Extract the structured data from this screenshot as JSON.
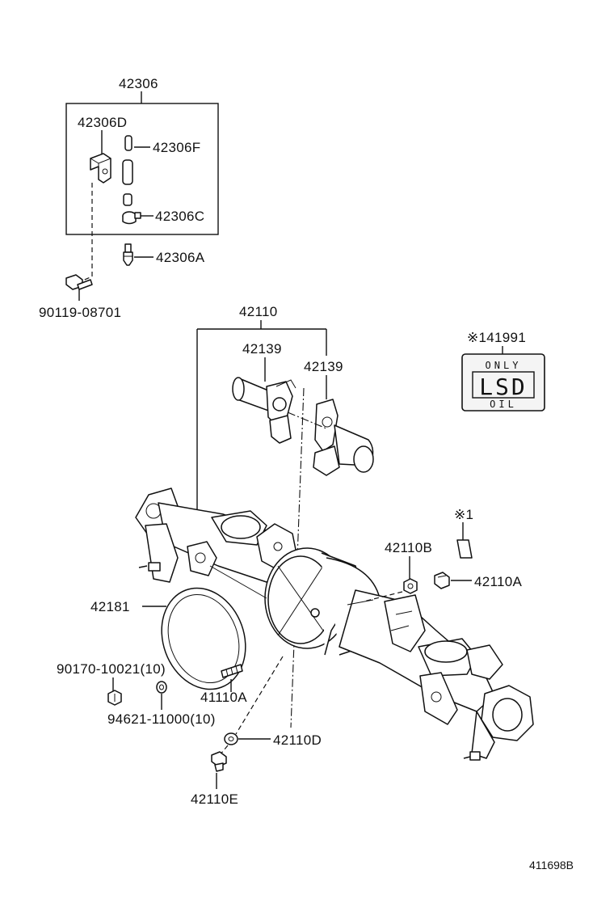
{
  "labels": {
    "p42306": "42306",
    "p42306D": "42306D",
    "p42306F": "42306F",
    "p42306C": "42306C",
    "p42306A": "42306A",
    "p9011908701": "90119-08701",
    "p42110": "42110",
    "p42139_left": "42139",
    "p42139_right": "42139",
    "p41991": "※141991",
    "note1": "※1",
    "p42110B": "42110B",
    "p42110A": "42110A",
    "p42181": "42181",
    "p9017010021": "90170-10021(10)",
    "p41110A": "41110A",
    "p9462111000": "94621-11000(10)",
    "p42110D": "42110D",
    "p42110E": "42110E",
    "drawing_number": "411698B"
  },
  "lsd_plate": {
    "top": "ONLY",
    "main": "LSD",
    "bottom": "OIL"
  },
  "icons": {
    "axle_housing": "rear-axle-housing-drawing",
    "breather": "breather-plug-drawing",
    "gasket": "cover-gasket-drawing",
    "bolt": "bolt-drawing",
    "nut": "nut-drawing",
    "washer": "washer-drawing",
    "plug": "drain-plug-drawing",
    "label_plate": "lsd-label-plate"
  }
}
